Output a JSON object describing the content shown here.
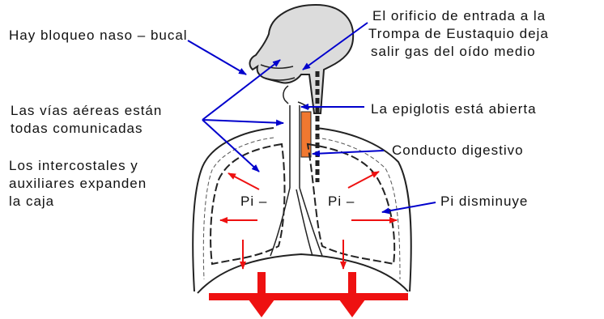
{
  "labels": {
    "bloqueo": "Hay bloqueo naso – bucal",
    "trompa_1": "El orificio de entrada a la",
    "trompa_2": "Trompa de Eustaquio deja",
    "trompa_3": "salir gas del oído medio",
    "vias_1": "Las vías aéreas están",
    "vias_2": "todas comunicadas",
    "epiglotis": "La epiglotis está abierta",
    "conducto": "Conducto digestivo",
    "intercostales_1": "Los intercostales y",
    "intercostales_2": "auxiliares expanden",
    "intercostales_3": "la caja",
    "pi_left": "Pi –",
    "pi_right": "Pi –",
    "pi_disminuye": "Pi disminuye"
  },
  "colors": {
    "pointer_arrow": "#0000cc",
    "force_arrow": "#ee1111",
    "esophagus": "#f07830",
    "outline": "#222222",
    "head_fill": "#dcdcdc"
  }
}
